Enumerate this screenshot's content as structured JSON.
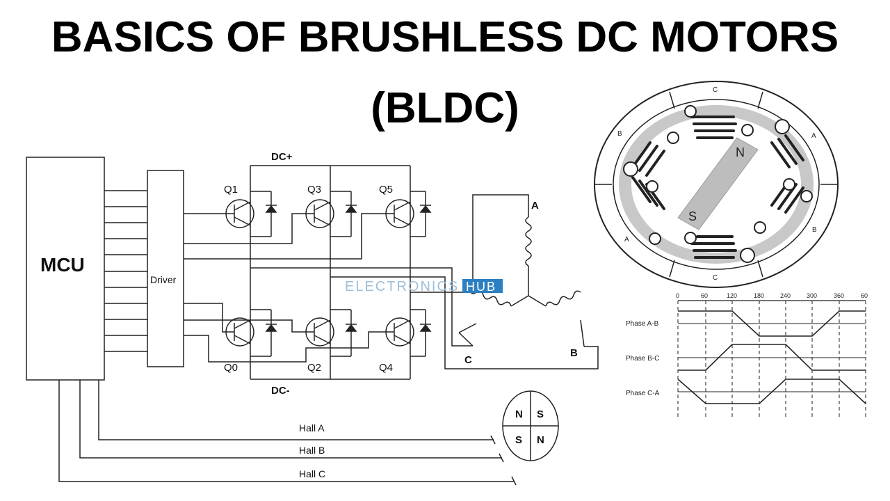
{
  "title": {
    "line1": "BASICS OF BRUSHLESS DC MOTORS",
    "line2": "(BLDC)"
  },
  "circuit": {
    "mcu": "MCU",
    "driver": "Driver",
    "dc_plus": "DC+",
    "dc_minus": "DC-",
    "transistors_top": [
      "Q1",
      "Q3",
      "Q5"
    ],
    "transistors_bottom": [
      "Q0",
      "Q2",
      "Q4"
    ],
    "phase_a": "A",
    "phase_b": "B",
    "phase_c": "C",
    "hall_a": "Hall A",
    "hall_b": "Hall B",
    "hall_c": "Hall C",
    "sensor_poles": [
      "N",
      "S",
      "S",
      "N"
    ]
  },
  "watermark": {
    "text1": "ELECTRONICS",
    "text2": "HUB"
  },
  "motor": {
    "rotor_n": "N",
    "rotor_s": "S",
    "stator_labels": [
      "C",
      "A",
      "B",
      "C",
      "A",
      "B"
    ]
  },
  "waveform": {
    "ticks": [
      "0",
      "60",
      "120",
      "180",
      "240",
      "300",
      "360",
      "60"
    ],
    "phases": [
      "Phase A-B",
      "Phase B-C",
      "Phase C-A"
    ]
  }
}
